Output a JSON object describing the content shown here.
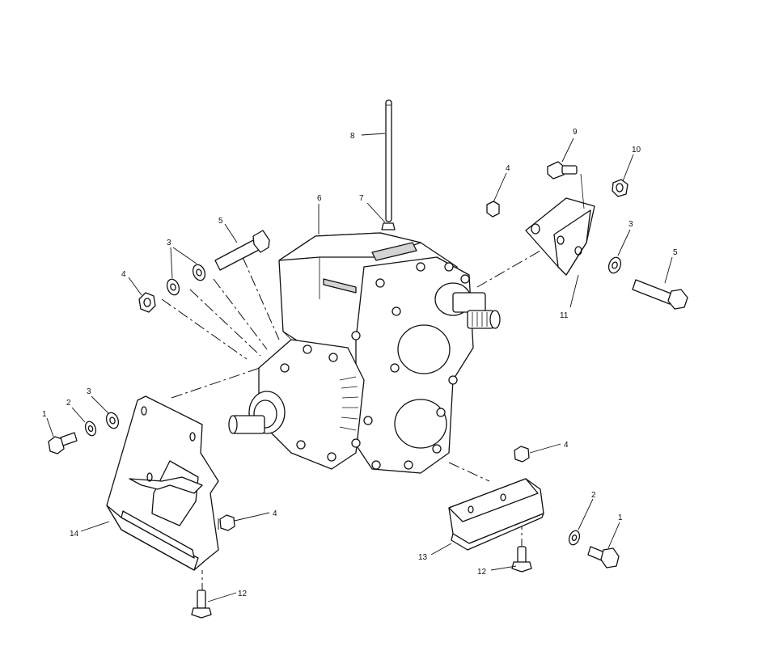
{
  "callouts": [
    {
      "id": "c8",
      "label": "8"
    },
    {
      "id": "c7",
      "label": "7"
    },
    {
      "id": "c6",
      "label": "6"
    },
    {
      "id": "c5a",
      "label": "5"
    },
    {
      "id": "c3a",
      "label": "3"
    },
    {
      "id": "c4a",
      "label": "4"
    },
    {
      "id": "c9",
      "label": "9"
    },
    {
      "id": "c10",
      "label": "10"
    },
    {
      "id": "c4b",
      "label": "4"
    },
    {
      "id": "c3b",
      "label": "3"
    },
    {
      "id": "c5b",
      "label": "5"
    },
    {
      "id": "c11",
      "label": "11"
    },
    {
      "id": "c1a",
      "label": "1"
    },
    {
      "id": "c2a",
      "label": "2"
    },
    {
      "id": "c3c",
      "label": "3"
    },
    {
      "id": "c4c",
      "label": "4"
    },
    {
      "id": "c4d",
      "label": "4"
    },
    {
      "id": "c14",
      "label": "14"
    },
    {
      "id": "c2b",
      "label": "2"
    },
    {
      "id": "c1b",
      "label": "1"
    },
    {
      "id": "c13",
      "label": "13"
    },
    {
      "id": "c12a",
      "label": "12"
    },
    {
      "id": "c12b",
      "label": "12"
    }
  ]
}
